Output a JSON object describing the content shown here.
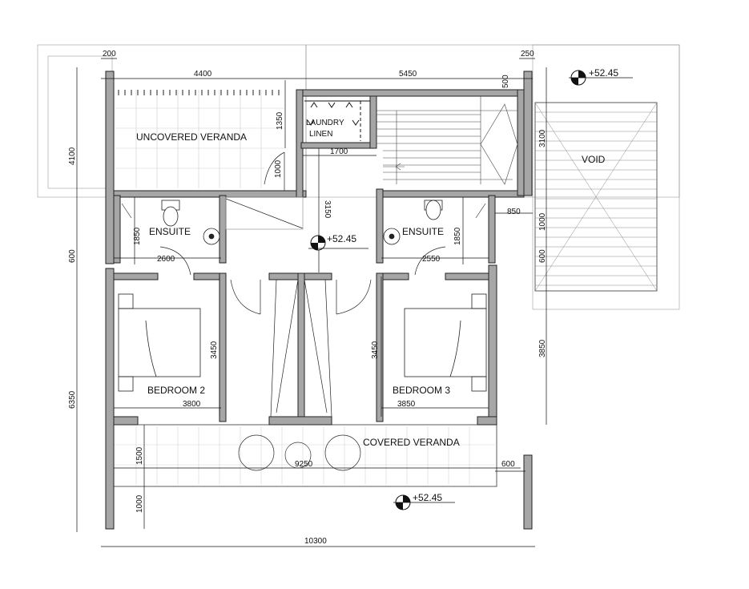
{
  "rooms": {
    "uncovered_veranda": "UNCOVERED VERANDA",
    "laundry": "LAUNDRY",
    "linen": "LINEN",
    "void": "VOID",
    "ensuite_left": "ENSUITE",
    "ensuite_right": "ENSUITE",
    "bedroom2": "BEDROOM 2",
    "bedroom3": "BEDROOM 3",
    "covered_veranda": "COVERED VERANDA"
  },
  "levels": {
    "top_right": "+52.45",
    "hall": "+52.45",
    "bottom": "+52.45"
  },
  "dimensions": {
    "d200": "200",
    "d250": "250",
    "d4400": "4400",
    "d5450": "5450",
    "d500": "500",
    "d1350": "1350",
    "d1700": "1700",
    "d1000_door": "1000",
    "d3100": "3100",
    "d4100": "4100",
    "d3150": "3150",
    "d850": "850",
    "d1000_right": "1000",
    "d600_left": "600",
    "d600_right": "600",
    "d1850_left": "1850",
    "d1850_right": "1850",
    "d2600": "2600",
    "d2550": "2550",
    "d3450_left": "3450",
    "d3450_right": "3450",
    "d3850_right": "3850",
    "d6350": "6350",
    "d3800": "3800",
    "d3850_bed": "3850",
    "d1500": "1500",
    "d9250": "9250",
    "d600_bottom": "600",
    "d1000_bottom": "1000",
    "d10300": "10300"
  }
}
